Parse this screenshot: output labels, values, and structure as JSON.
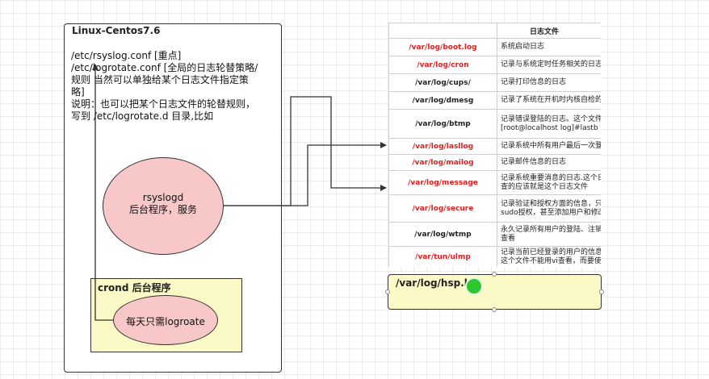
{
  "diagram": {
    "linux_box": {
      "title": "Linux-Centos7.6",
      "description_lines": [
        "/etc/rsyslog.conf [重点]",
        "/etc/logrotate.conf [全局的日志轮替策略/",
        "规则    当然可以单独给某个日志文件指定策",
        "略]",
        "说明：也可以把某个日志文件的轮替规则，",
        "写到 /etc/logrotate.d 目录,比如"
      ]
    },
    "rsyslogd": {
      "line1": "rsyslogd",
      "line2": "后台程序，服务"
    },
    "crond": {
      "title": "crond 后台程序",
      "task": "每天只需logroate"
    },
    "hsp_log": {
      "label": "/var/log/hsp.log"
    },
    "colors": {
      "ellipse_fill": "#f8c8c8",
      "crond_fill": "#fbfac6",
      "path_red": "#e02020",
      "path_dark": "#222222",
      "cursor_green": "#2ec62e"
    }
  },
  "log_table": {
    "header": {
      "col1": "",
      "col2": "日志文件"
    },
    "rows": [
      {
        "path": "/var/log/boot.log",
        "red": true,
        "desc": [
          "系统启动日志"
        ]
      },
      {
        "path": "/var/log/cron",
        "red": true,
        "desc": [
          "记录与系统定时任务相关的日志"
        ]
      },
      {
        "path": "/var/log/cups/",
        "red": false,
        "desc": [
          "记录打印信息的日志"
        ]
      },
      {
        "path": "/var/log/dmesg",
        "red": false,
        "desc": [
          "记录了系统在开机时内核自检的信息"
        ]
      },
      {
        "path": "/var/log/btmp",
        "red": false,
        "desc": [
          "记录错误登陆的日志。这个文件",
          "[root@localhost log]#lastb"
        ]
      },
      {
        "path": "/var/log/lasllog",
        "red": true,
        "desc": [
          "记录系统中所有用户最后一次登录"
        ]
      },
      {
        "path": "/var/log/mailog",
        "red": true,
        "desc": [
          "记录邮件信息的日志"
        ]
      },
      {
        "path": "/var/log/message",
        "red": true,
        "desc": [
          "记录系统重要消息的日志.这个日志",
          "查的应该就是这个日志文件"
        ]
      },
      {
        "path": "/var/log/secure",
        "red": true,
        "desc": [
          "记录验证和授权方面的信息，只要",
          "sudo授权，甚至添加用户和修改"
        ]
      },
      {
        "path": "/var/log/wtmp",
        "red": false,
        "desc": [
          "永久记录所有用户的登陆、注销",
          "查看"
        ]
      },
      {
        "path": "/var/tun/ulmp",
        "red": true,
        "desc": [
          "记录当前已经登录的用户的信息",
          "这个文件不能用vi查看，而要使用"
        ]
      }
    ]
  }
}
